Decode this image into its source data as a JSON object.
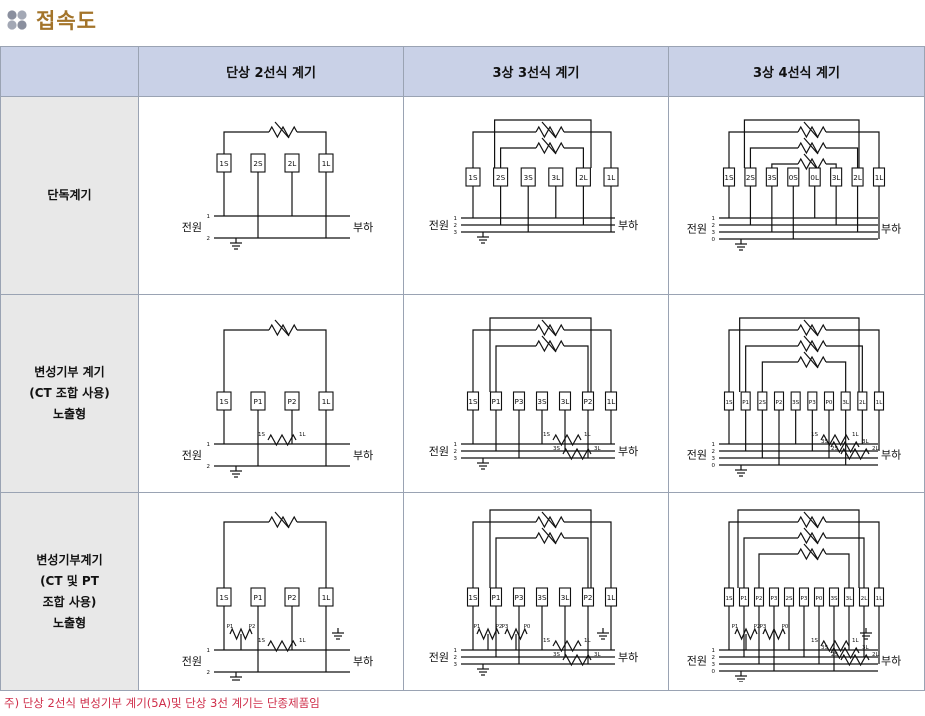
{
  "page": {
    "title": "접속도",
    "title_icon": "four-dot-icon",
    "colors": {
      "title": "#a3742a",
      "header_bg": "#c9d1e7",
      "rowhead_bg": "#e8e8e8",
      "note": "#cf2e4a",
      "icon_dots": "#8a8f9e"
    }
  },
  "table": {
    "columns": [
      "단상 2선식 계기",
      "3상 3선식 계기",
      "3상 4선식 계기"
    ],
    "rows": [
      {
        "lines": [
          "단독계기"
        ]
      },
      {
        "lines": [
          "변성기부 계기",
          "(CT 조합 사용)",
          "노출형"
        ]
      },
      {
        "lines": [
          "변성기부계기",
          "(CT 및 PT",
          "조합 사용)",
          "노출형"
        ]
      }
    ]
  },
  "diagram": {
    "source": "전원",
    "load": "부하",
    "terminals": {
      "r1c1": [
        "1S",
        "2S",
        "2L",
        "1L"
      ],
      "r1c2": [
        "1S",
        "2S",
        "3S",
        "3L",
        "2L",
        "1L"
      ],
      "r1c3": [
        "1S",
        "2S",
        "3S",
        "0S",
        "0L",
        "3L",
        "2L",
        "1L"
      ],
      "r2c1": [
        "1S",
        "P1",
        "P2",
        "1L"
      ],
      "r2c2": [
        "1S",
        "P1",
        "P3",
        "3S",
        "3L",
        "P2",
        "1L"
      ],
      "r2c3": [
        "1S",
        "P1",
        "2S",
        "P2",
        "3S",
        "P3",
        "P0",
        "3L",
        "2L",
        "1L"
      ],
      "r3c1": [
        "1S",
        "P1",
        "P2",
        "1L"
      ],
      "r3c2": [
        "1S",
        "P1",
        "P3",
        "3S",
        "3L",
        "P2",
        "1L"
      ],
      "r3c3": [
        "1S",
        "P1",
        "P2",
        "P3",
        "2S",
        "P3",
        "P0",
        "3S",
        "3L",
        "2L",
        "1L"
      ]
    },
    "line_numbers": {
      "two": [
        "1",
        "2"
      ],
      "three": [
        "1",
        "2",
        "3"
      ],
      "four": [
        "1",
        "2",
        "3",
        "0"
      ]
    },
    "ct_labels": [
      "1S",
      "1L",
      "3S",
      "3L",
      "2S",
      "2L"
    ],
    "pt_labels": [
      "P1",
      "P2",
      "P3",
      "P0"
    ]
  },
  "footnote": "주) 단상 2선식 변성기부 계기(5A)및 단상 3선 계기는 단종제품임"
}
